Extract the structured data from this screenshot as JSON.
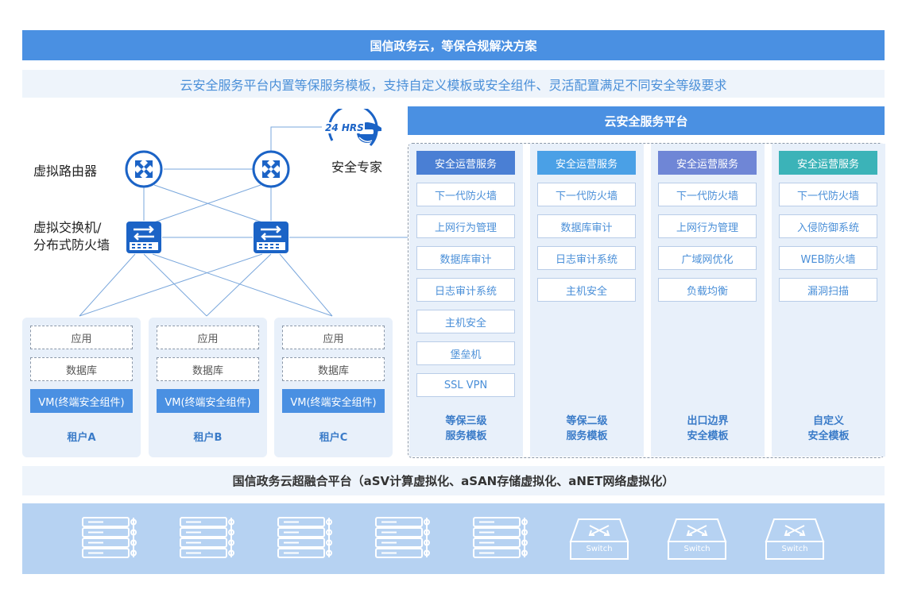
{
  "title": "国信政务云，等保合规解决方案",
  "subtitle": "云安全服务平台内置等保服务模板，支持自定义模板或安全组件、灵活配置满足不同安全等级要求",
  "network": {
    "router_label": "虚拟路由器",
    "switch_label_line1": "虚拟交换机/",
    "switch_label_line2": "分布式防火墙",
    "expert_label": "安全专家",
    "hrs_badge": "24 HRS"
  },
  "platform": {
    "header": "云安全服务平台",
    "columns": [
      {
        "head": "安全运营服务",
        "color": "#4a7fd4",
        "services": [
          "下一代防火墙",
          "上网行为管理",
          "数据库审计",
          "日志审计系统",
          "主机安全",
          "堡垒机",
          "SSL VPN"
        ],
        "foot1": "等保三级",
        "foot2": "服务模板"
      },
      {
        "head": "安全运营服务",
        "color": "#4aa0e6",
        "services": [
          "下一代防火墙",
          "数据库审计",
          "日志审计系统",
          "主机安全"
        ],
        "foot1": "等保二级",
        "foot2": "服务模板"
      },
      {
        "head": "安全运营服务",
        "color": "#6f86d6",
        "services": [
          "下一代防火墙",
          "上网行为管理",
          "广域网优化",
          "负载均衡"
        ],
        "foot1": "出口边界",
        "foot2": "安全模板"
      },
      {
        "head": "安全运营服务",
        "color": "#3bb3b8",
        "services": [
          "下一代防火墙",
          "入侵防御系统",
          "WEB防火墙",
          "漏洞扫描"
        ],
        "foot1": "自定义",
        "foot2": "安全模板"
      }
    ]
  },
  "tenants": [
    {
      "app": "应用",
      "db": "数据库",
      "vm": "VM(终端安全组件)",
      "name": "租户A"
    },
    {
      "app": "应用",
      "db": "数据库",
      "vm": "VM(终端安全组件)",
      "name": "租户B"
    },
    {
      "app": "应用",
      "db": "数据库",
      "vm": "VM(终端安全组件)",
      "name": "租户C"
    }
  ],
  "fusion_platform": "国信政务云超融合平台（aSV计算虚拟化、aSAN存储虚拟化、aNET网络虚拟化）",
  "hardware": {
    "server_icon": "server-rack-icon",
    "switch_icon": "switch-icon",
    "switch_text": "Switch"
  },
  "colors": {
    "primary": "#4a90e2",
    "light_bg": "#e8f0fa",
    "band": "#b6d2f2"
  }
}
